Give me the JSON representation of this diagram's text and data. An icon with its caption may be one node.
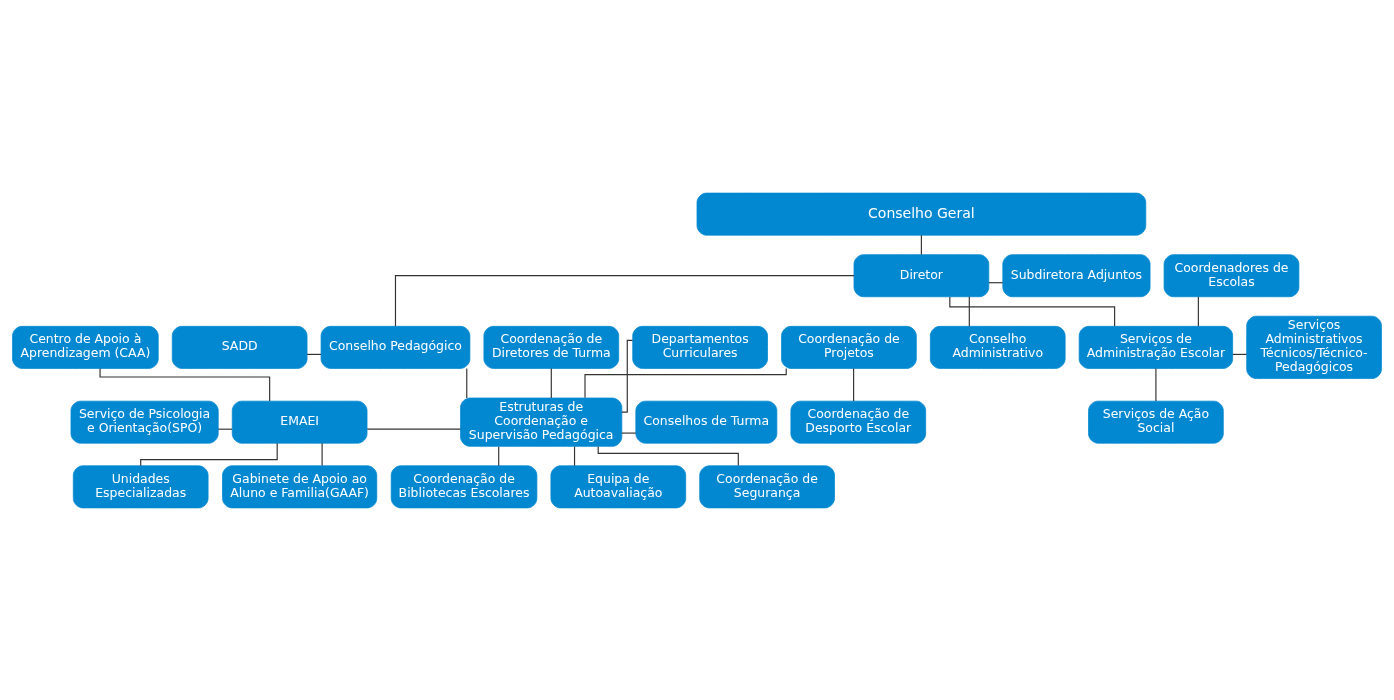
{
  "diagram": {
    "nodes": [
      {
        "text": [
          "Conselho Geral"
        ]
      },
      {
        "text": [
          "Diretor"
        ]
      },
      {
        "text": [
          "Subdiretora Adjuntos"
        ]
      },
      {
        "text": [
          "Coordenadores de Escolas"
        ]
      },
      {
        "text": [
          "SADD"
        ]
      },
      {
        "text": [
          "Conselho Pedagógico"
        ]
      },
      {
        "text": [
          "Conselho Administrativo"
        ]
      },
      {
        "text": [
          "Serviços de Administração Escolar"
        ]
      },
      {
        "text": [
          "Serviços Administrativos Técnicos/Técnico-Pedagógicos"
        ]
      },
      {
        "text": [
          "Serviços de Ação Social"
        ]
      },
      {
        "text": [
          "Centro de Apoio à Aprendizagem (CAA)"
        ]
      },
      {
        "text": [
          "Coordenação de Diretores de Turma"
        ]
      },
      {
        "text": [
          "Departamentos Curriculares"
        ]
      },
      {
        "text": [
          "Coordenação de Projetos"
        ]
      },
      {
        "text": [
          "Serviço de Psicologia e Orientação(SPO)"
        ]
      },
      {
        "text": [
          "EMAEI"
        ]
      },
      {
        "text": [
          "Estruturas de Coordenação e Supervisão Pedagógica"
        ]
      },
      {
        "text": [
          "Conselhos de Turma"
        ]
      },
      {
        "text": [
          "Coordenação de Desporto Escolar"
        ]
      },
      {
        "text": [
          "Unidades Especializadas"
        ]
      },
      {
        "text": [
          "Gabinete de Apoio ao Aluno e Familia(GAAF)"
        ]
      },
      {
        "text": [
          "Coordenação de Bibliotecas Escolares"
        ]
      },
      {
        "text": [
          "Equipa de Autoavaliação"
        ]
      },
      {
        "text": [
          "Coordenação de Segurança"
        ]
      }
    ],
    "edges": [
      {
        "from": 0,
        "to": 1,
        "arrow": "none"
      },
      {
        "from": 1,
        "to": 2,
        "arrow": "none"
      },
      {
        "from": 1,
        "to": 5,
        "arrow": "none"
      },
      {
        "from": 1,
        "to": 6,
        "arrow": "none"
      },
      {
        "from": 1,
        "to": 7,
        "arrow": "none"
      },
      {
        "from": 3,
        "to": 7,
        "arrow": "none"
      },
      {
        "from": 4,
        "to": 5,
        "arrow": "none"
      },
      {
        "from": 7,
        "to": 8,
        "arrow": "none"
      },
      {
        "from": 7,
        "to": 9,
        "arrow": "none"
      },
      {
        "from": 5,
        "to": 16,
        "arrow": "none"
      },
      {
        "from": 10,
        "to": 15,
        "arrow": "none"
      },
      {
        "from": 11,
        "to": 16,
        "arrow": "none"
      },
      {
        "from": 12,
        "to": 16,
        "arrow": "none"
      },
      {
        "from": 13,
        "to": 16,
        "arrow": "none"
      },
      {
        "from": 13,
        "to": 18,
        "arrow": "none"
      },
      {
        "from": 14,
        "to": 15,
        "arrow": "none"
      },
      {
        "from": 15,
        "to": 16,
        "arrow": "none"
      },
      {
        "from": 16,
        "to": 17,
        "arrow": "none"
      },
      {
        "from": 15,
        "to": 19,
        "arrow": "none"
      },
      {
        "from": 15,
        "to": 20,
        "arrow": "none"
      },
      {
        "from": 16,
        "to": 21,
        "arrow": "none"
      },
      {
        "from": 16,
        "to": 22,
        "arrow": "none"
      },
      {
        "from": 16,
        "to": 23,
        "arrow": "none"
      }
    ]
  }
}
